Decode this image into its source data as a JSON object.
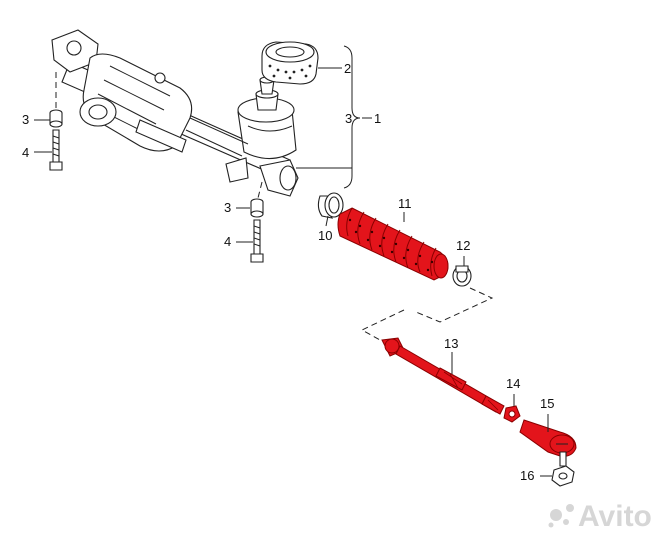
{
  "callouts": {
    "c1": "1",
    "c2": "2",
    "c3a": "3",
    "c3b": "3",
    "c3c": "3",
    "c4a": "4",
    "c4b": "4",
    "c10": "10",
    "c11": "11",
    "c12": "12",
    "c13": "13",
    "c14": "14",
    "c15": "15",
    "c16": "16"
  },
  "watermark": {
    "text": "Avito"
  },
  "colors": {
    "highlight": "#e3141b",
    "line": "#222222"
  }
}
